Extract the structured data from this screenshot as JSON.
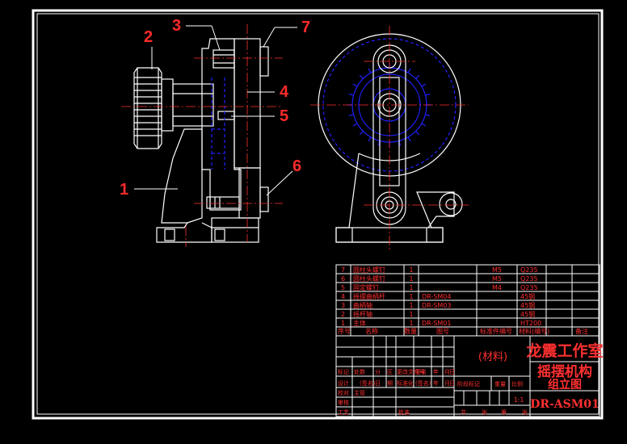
{
  "callouts": [
    "1",
    "2",
    "3",
    "4",
    "5",
    "6",
    "7"
  ],
  "bom": {
    "rows": [
      {
        "no": "7",
        "name": "圆柱头螺钉",
        "qty": "1",
        "code": "",
        "spec": "M5",
        "mat": "Q235"
      },
      {
        "no": "6",
        "name": "圆柱头螺钉",
        "qty": "1",
        "code": "",
        "spec": "M5",
        "mat": "Q235"
      },
      {
        "no": "5",
        "name": "固定螺钉",
        "qty": "1",
        "code": "",
        "spec": "M4",
        "mat": "Q235"
      },
      {
        "no": "4",
        "name": "摇摆曲柄杆",
        "qty": "1",
        "code": "DR-SM04",
        "spec": "",
        "mat": "45钢"
      },
      {
        "no": "3",
        "name": "曲柄轴",
        "qty": "1",
        "code": "DR-SM03",
        "spec": "",
        "mat": "45钢"
      },
      {
        "no": "2",
        "name": "摇杆轴",
        "qty": "1",
        "code": "",
        "spec": "",
        "mat": "45钢"
      },
      {
        "no": "1",
        "name": "主体",
        "qty": "1",
        "code": "DR-SM01",
        "spec": "",
        "mat": "HT200"
      }
    ],
    "header": {
      "no": "序号",
      "name": "名称",
      "qty": "数量",
      "code": "图号",
      "std": "标准件编号",
      "mat": "材料(编号)",
      "note": "备注"
    }
  },
  "title_block": {
    "material": "(材料)",
    "studio": "龙震工作室",
    "title1": "摇摆机构",
    "title2": "组立图",
    "drawing_no": "DR-ASM01",
    "scale": "1:1",
    "rev_headers": [
      "标记",
      "处数",
      "分",
      "区",
      "更改文件号",
      "签名",
      "年",
      "月",
      "日"
    ],
    "design_row": [
      "设计",
      "(签名)",
      "日",
      "期",
      "标准化",
      "(签名)",
      "年",
      "月",
      "日"
    ],
    "stage_headers": [
      "阶段标记",
      "重量",
      "比例"
    ],
    "left_labels": [
      "审核",
      "工艺"
    ],
    "approve": "批准",
    "sheet_labels": [
      "共",
      "张",
      "第",
      "张"
    ],
    "extra_labels": [
      "校对",
      "主管"
    ]
  },
  "colors": {
    "frame": "#ffffff",
    "drawing": "#ffffff",
    "hidden": "#2020ff",
    "center": "#ff3030",
    "callout": "#ff2a2a"
  }
}
